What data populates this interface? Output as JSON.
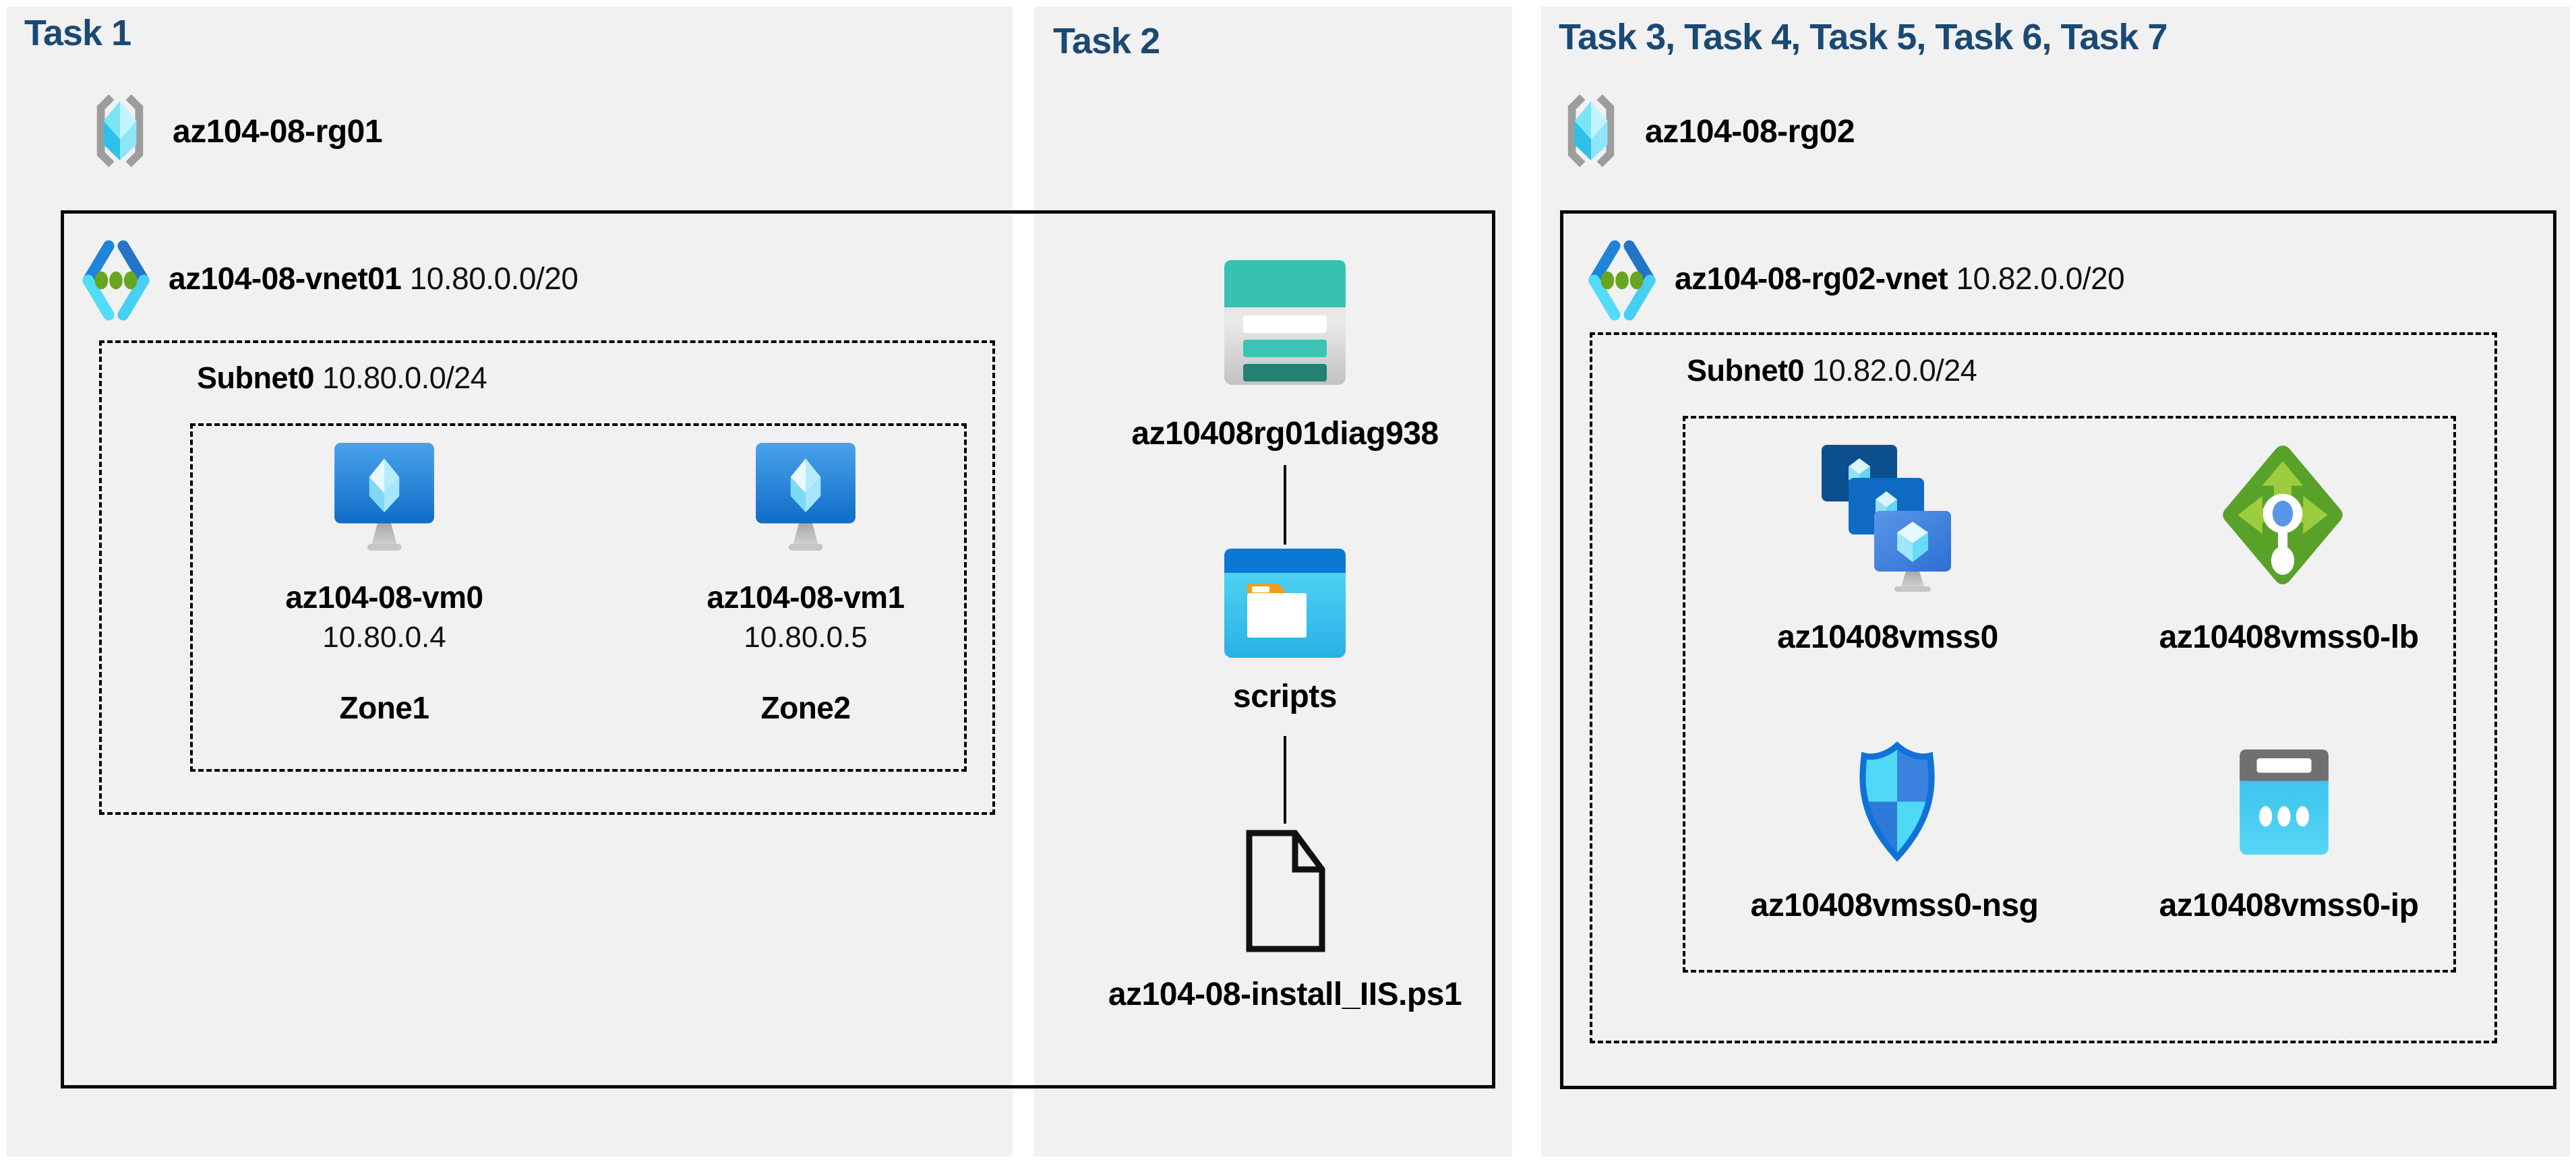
{
  "colors": {
    "heading": "#1a4a73",
    "panel_bg": "#f1f1f1",
    "box_border": "#0a0a0a",
    "storage_teal": "#37c2b1",
    "folder_blue": "#0a78d4",
    "lb_green": "#58a22a",
    "nsg_blue": "#1072d8",
    "ip_cyan": "#40c8f0"
  },
  "panels": [
    {
      "title": "Task 1",
      "resource_group": {
        "icon": "resource-group-icon",
        "name": "az104-08-rg01"
      },
      "vnet": {
        "icon": "virtual-network-icon",
        "name": "az104-08-vnet01",
        "cidr": "10.80.0.0/20"
      },
      "subnet": {
        "name": "Subnet0",
        "cidr": "10.80.0.0/24"
      },
      "vms": [
        {
          "icon": "virtual-machine-icon",
          "name": "az104-08-vm0",
          "ip": "10.80.0.4",
          "zone": "Zone1"
        },
        {
          "icon": "virtual-machine-icon",
          "name": "az104-08-vm1",
          "ip": "10.80.0.5",
          "zone": "Zone2"
        }
      ]
    },
    {
      "title": "Task 2",
      "items": [
        {
          "icon": "storage-account-icon",
          "label": "az10408rg01diag938"
        },
        {
          "icon": "folder-icon",
          "label": "scripts"
        },
        {
          "icon": "file-icon",
          "label": "az104-08-install_IIS.ps1"
        }
      ]
    },
    {
      "title": "Task 3, Task 4, Task 5, Task 6, Task 7",
      "resource_group": {
        "icon": "resource-group-icon",
        "name": "az104-08-rg02"
      },
      "vnet": {
        "icon": "virtual-network-icon",
        "name": "az104-08-rg02-vnet",
        "cidr": "10.82.0.0/20"
      },
      "subnet": {
        "name": "Subnet0",
        "cidr": "10.82.0.0/24"
      },
      "resources": [
        {
          "icon": "vm-scale-set-icon",
          "label": "az10408vmss0"
        },
        {
          "icon": "load-balancer-icon",
          "label": "az10408vmss0-lb"
        },
        {
          "icon": "network-security-group-icon",
          "label": "az10408vmss0-nsg"
        },
        {
          "icon": "public-ip-icon",
          "label": "az10408vmss0-ip"
        }
      ]
    }
  ]
}
